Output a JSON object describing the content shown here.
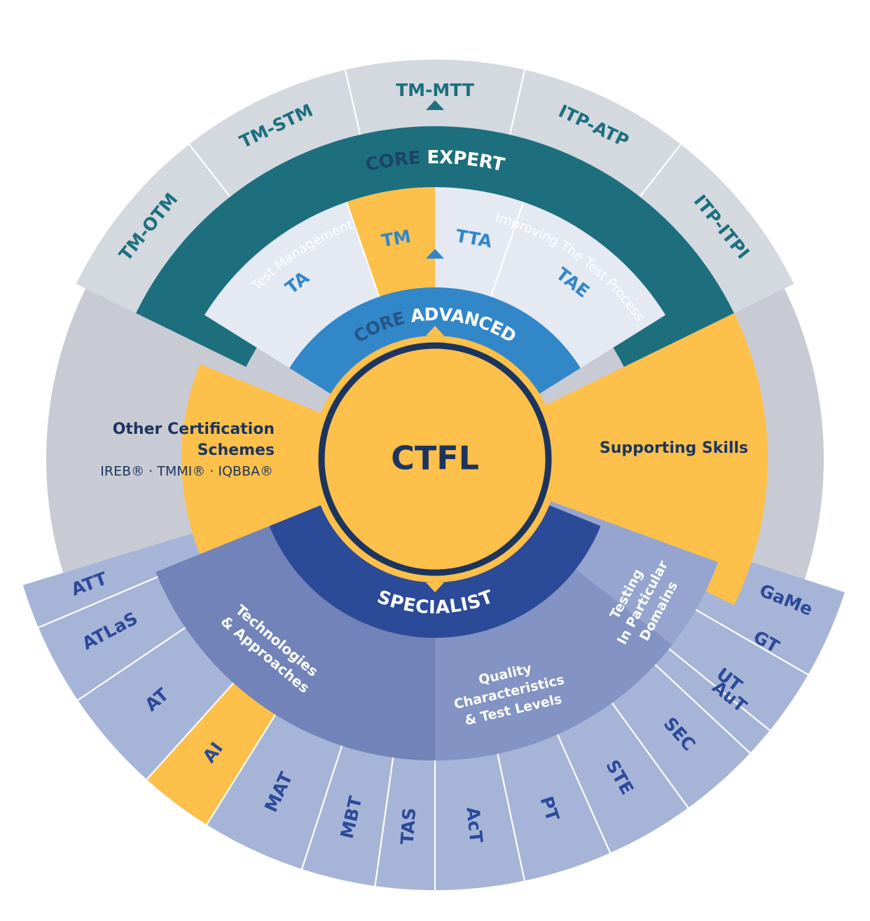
{
  "colors": {
    "expert_band": "#1d6f7e",
    "expert_outer": "#d3d9df",
    "expert_outer_text": "#1d6f7e",
    "advanced_band": "#3287c9",
    "advanced_inner": "#e4e9f2",
    "advanced_text": "#3287c9",
    "yellow": "#fcc04b",
    "navy": "#1c355e",
    "specialist_band": "#2b4a98",
    "tech_band": "#7183b8",
    "quality_band": "#8293c4",
    "domains_band": "#95a5cf",
    "spec_outer": "#a6b4d8",
    "spec_text": "#2b4a98",
    "grey_ring": "#c9cbd4",
    "white": "#ffffff"
  },
  "center": {
    "label": "CTFL"
  },
  "core_expert": {
    "prefix": "CORE",
    "title": "EXPERT",
    "left_stream": "Test Management",
    "right_stream": "Improving The Test Process",
    "modules": [
      "TM-OTM",
      "TM-STM",
      "TM-MTT",
      "ITP-ATP",
      "ITP-ITPI"
    ]
  },
  "core_advanced": {
    "prefix": "CORE",
    "title": "ADVANCED",
    "modules": [
      "TA",
      "TM",
      "TTA",
      "TAE"
    ]
  },
  "other_schemes": {
    "title_line1": "Other Certification",
    "title_line2": "Schemes",
    "subtitle": "IREB® · TMMI® · IQBBA®"
  },
  "supporting_skills": {
    "label": "Supporting Skills"
  },
  "specialist": {
    "title": "SPECIALIST",
    "groups": {
      "tech": {
        "line1": "Technologies",
        "line2": "& Approaches"
      },
      "quality": {
        "line1": "Quality",
        "line2": "Characteristics",
        "line3": "& Test Levels"
      },
      "domains": {
        "line1": "Testing",
        "line2": "In Particular",
        "line3": "Domains"
      }
    },
    "tech_modules": [
      "ATT",
      "ATLaS",
      "AT",
      "AI",
      "MAT",
      "MBT",
      "TAS"
    ],
    "quality_modules": [
      "AcT",
      "PT",
      "STE",
      "SEC",
      "UT"
    ],
    "domain_modules": [
      "AuT",
      "GT",
      "GaMe"
    ]
  }
}
